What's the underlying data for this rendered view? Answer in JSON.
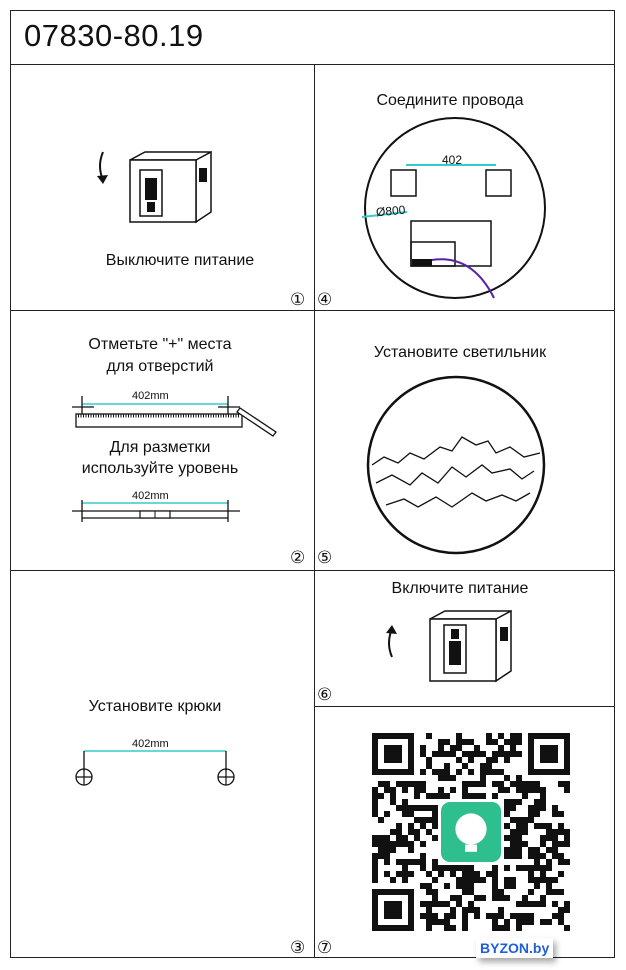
{
  "title": "07830-80.19",
  "steps": {
    "s1": {
      "caption": "Выключите питание",
      "number": "①"
    },
    "s2": {
      "caption_line1": "Отметьте \"+\" места",
      "caption_line2": "для отверстий",
      "dim1": "402mm",
      "caption2_line1": "Для разметки",
      "caption2_line2": "используйте уровень",
      "dim2": "402mm",
      "number": "②"
    },
    "s3": {
      "caption": "Установите крюки",
      "dim": "402mm",
      "number": "③"
    },
    "s4": {
      "caption": "Соедините провода",
      "dim": "402",
      "diameter": "Ø800",
      "number": "④"
    },
    "s5": {
      "caption": "Установите светильник",
      "number": "⑤"
    },
    "s6": {
      "caption": "Включите питание",
      "number": "⑥"
    },
    "s7": {
      "number": "⑦"
    }
  },
  "watermark": "BYZON.by",
  "colors": {
    "dimension": "#33cccc",
    "qr_icon": "#2fbf8f",
    "logo": "#1f5fd8"
  }
}
